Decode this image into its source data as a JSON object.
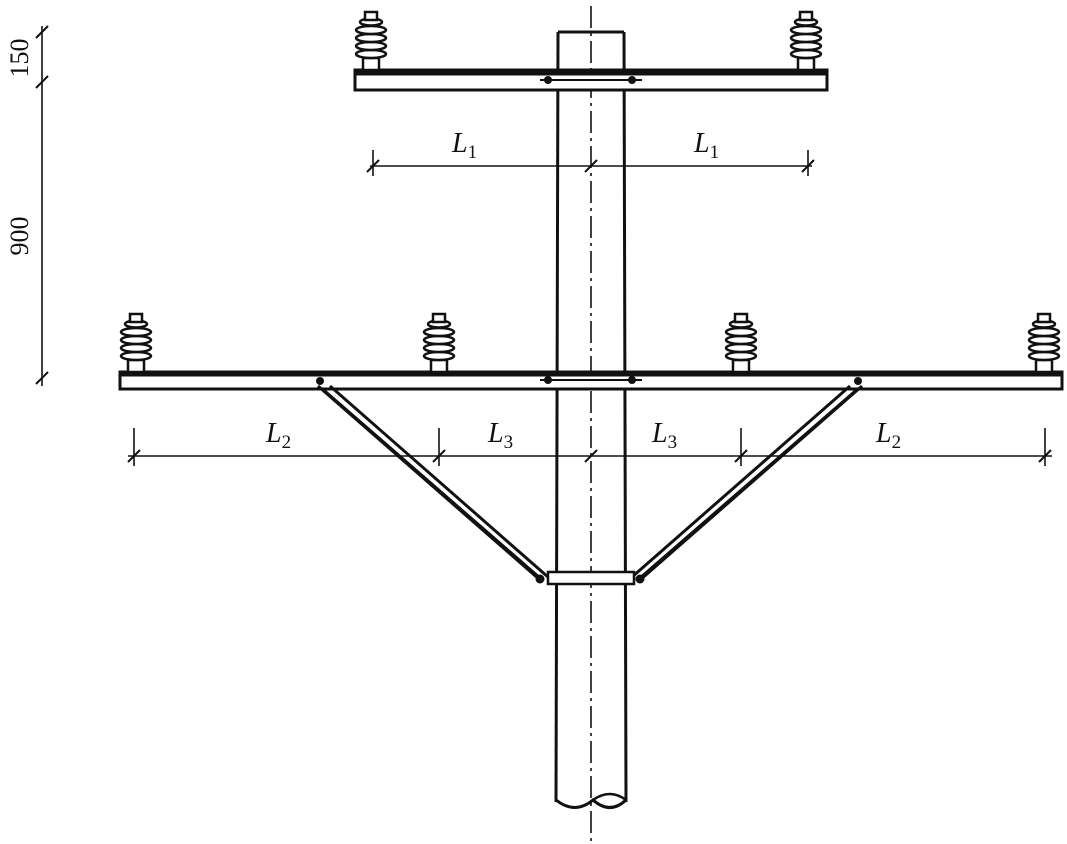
{
  "drawing": {
    "dimensions": {
      "top_gap": "150",
      "arm_spacing": "900"
    },
    "spans": {
      "upper_left": {
        "base": "L",
        "sub": "1"
      },
      "upper_right": {
        "base": "L",
        "sub": "1"
      },
      "lower_outer_left": {
        "base": "L",
        "sub": "2"
      },
      "lower_inner_left": {
        "base": "L",
        "sub": "3"
      },
      "lower_inner_right": {
        "base": "L",
        "sub": "3"
      },
      "lower_outer_right": {
        "base": "L",
        "sub": "2"
      }
    },
    "insulator_count": 6,
    "line_color": "#111111"
  }
}
